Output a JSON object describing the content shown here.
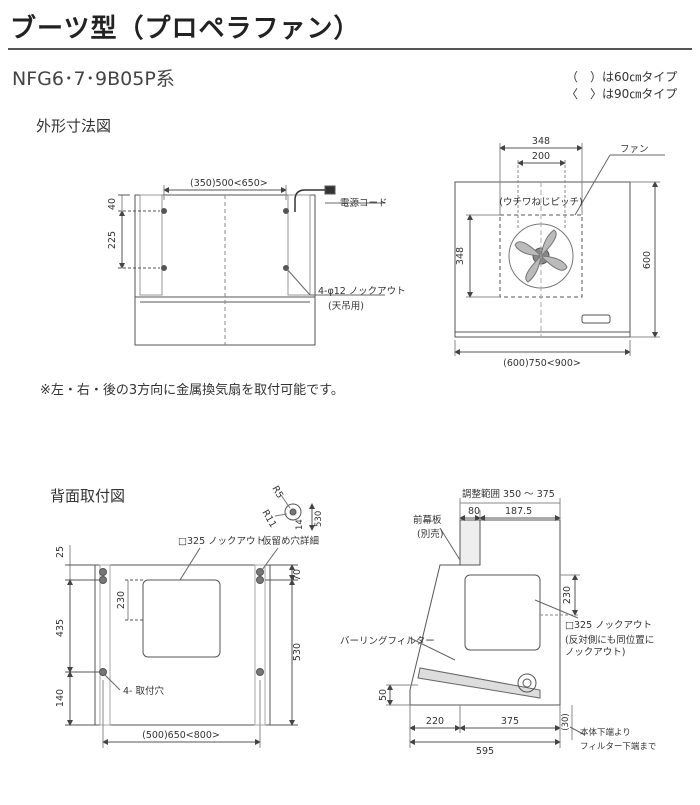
{
  "header": {
    "title": "ブーツ型（プロペラファン）",
    "model": "NFG6･7･9B05P系",
    "size_note_60": "（　）は60㎝タイプ",
    "size_note_90": "〈　〉は90㎝タイプ"
  },
  "section_outline": {
    "title": "外形寸法図",
    "front": {
      "top_width": "(350)500<650>",
      "dim_40": "40",
      "dim_225": "225",
      "power_cord": "電源コード",
      "knockout": "4-φ12 ノックアウト",
      "knockout_sub": "(天吊用)"
    },
    "side": {
      "dim_348_top": "348",
      "dim_200": "200",
      "fan": "ファン",
      "pitch": "(ウチワねじピッチ)",
      "dim_348_side": "348",
      "dim_600": "600",
      "bottom_width": "(600)750<900>"
    },
    "remark": "※左・右・後の3方向に金属換気扇を取付可能です。"
  },
  "section_back": {
    "title": "背面取付図",
    "r5": "R5",
    "r11": "R11",
    "dim_14": "14",
    "dim_530_small": "530",
    "knockout_325": "□325 ノックアウト",
    "temp_hole": "仮留め穴詳細",
    "dim_25": "25",
    "dim_70": "70",
    "dim_230": "230",
    "dim_435": "435",
    "dim_530": "530",
    "dim_140": "140",
    "mount_hole": "4- 取付穴",
    "bottom_width": "(500)650<800>"
  },
  "section_side2": {
    "adjust_range": "調整範囲 350 ～ 375",
    "dim_80": "80",
    "dim_187_5": "187.5",
    "front_plate": "前幕板",
    "front_plate_sub": "(別売)",
    "dim_230": "230",
    "knockout_325": "□325 ノックアウト",
    "knockout_note1": "(反対側にも同位置に",
    "knockout_note2": "ノックアウト)",
    "baring_filter": "バーリングフィルター",
    "dim_50": "50",
    "dim_220": "220",
    "dim_375": "375",
    "dim_595": "595",
    "dim_30": "(30)",
    "body_bottom": "本体下端より",
    "filter_bottom": "フィルター下端まで"
  }
}
